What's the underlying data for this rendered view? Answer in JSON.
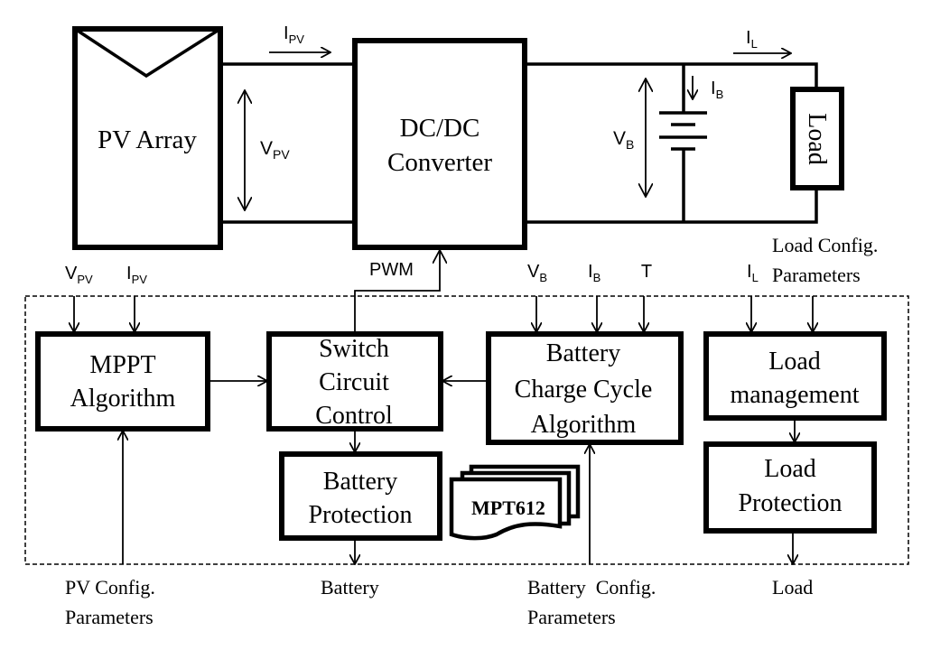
{
  "diagram": {
    "title": "Solar charge controller block diagram",
    "power_stage": {
      "pv_array": "PV Array",
      "dcdc_converter": [
        "DC/DC",
        "Converter"
      ],
      "load": "Load",
      "i_pv": {
        "main": "I",
        "sub": "PV"
      },
      "v_pv": {
        "main": "V",
        "sub": "PV"
      },
      "i_l": {
        "main": "I",
        "sub": "L"
      },
      "i_b": {
        "main": "I",
        "sub": "B"
      },
      "v_b": {
        "main": "V",
        "sub": "B"
      },
      "pwm": "PWM"
    },
    "inputs": {
      "v_pv": {
        "main": "V",
        "sub": "PV"
      },
      "i_pv": {
        "main": "I",
        "sub": "PV"
      },
      "v_b": {
        "main": "V",
        "sub": "B"
      },
      "i_b": {
        "main": "I",
        "sub": "B"
      },
      "t": "T",
      "i_l": {
        "main": "I",
        "sub": "L"
      },
      "load_config": [
        "Load Config.",
        "Parameters"
      ]
    },
    "controller_blocks": {
      "mppt": [
        "MPPT",
        "Algorithm"
      ],
      "switch": [
        "Switch",
        "Circuit",
        "Control"
      ],
      "battery_charge": [
        "Battery",
        "Charge Cycle",
        "Algorithm"
      ],
      "load_management": [
        "Load",
        "management"
      ],
      "battery_protection": [
        "Battery",
        "Protection"
      ],
      "load_protection": [
        "Load",
        "Protection"
      ],
      "chip": "MPT612"
    },
    "outputs": {
      "pv_config": [
        "PV Config.",
        "Parameters"
      ],
      "battery": "Battery",
      "battery_config": [
        "Battery  Config.",
        "Parameters"
      ],
      "load": "Load"
    }
  }
}
